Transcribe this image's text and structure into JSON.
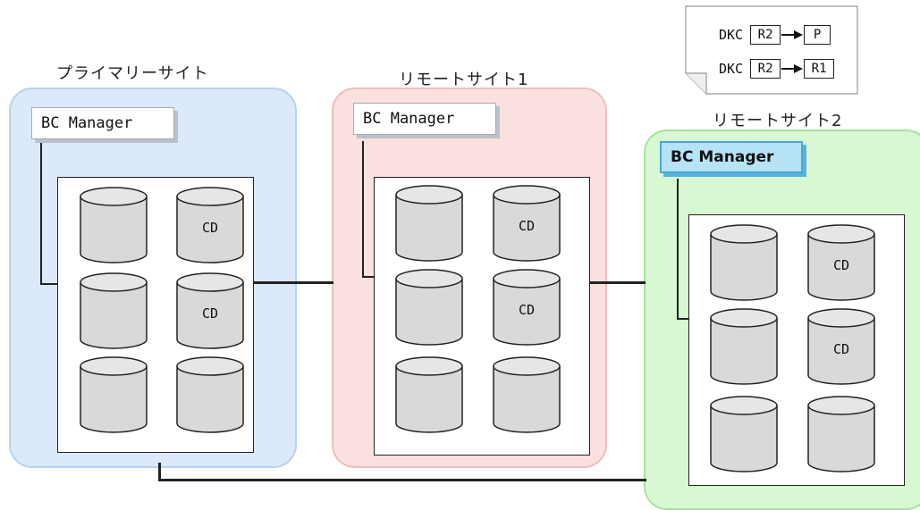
{
  "sites": {
    "primary": {
      "label": "プライマリーサイト",
      "manager": "BC Manager",
      "disks": [
        "",
        "CD",
        "",
        "CD",
        "",
        ""
      ]
    },
    "remote1": {
      "label": "リモートサイト1",
      "manager": "BC Manager",
      "disks": [
        "",
        "CD",
        "",
        "CD",
        "",
        ""
      ]
    },
    "remote2": {
      "label": "リモートサイト2",
      "manager": "BC Manager",
      "disks": [
        "",
        "CD",
        "",
        "CD",
        "",
        ""
      ]
    }
  },
  "legend": {
    "rows": [
      {
        "dkc": "DKC",
        "from": "R2",
        "to": "P"
      },
      {
        "dkc": "DKC",
        "from": "R2",
        "to": "R1"
      }
    ]
  },
  "colors": {
    "primary_fill": "#dbe9fa",
    "remote1_fill": "#fbe0e0",
    "remote2_fill": "#d7f8d2",
    "active_manager": "#b6e3f6"
  }
}
